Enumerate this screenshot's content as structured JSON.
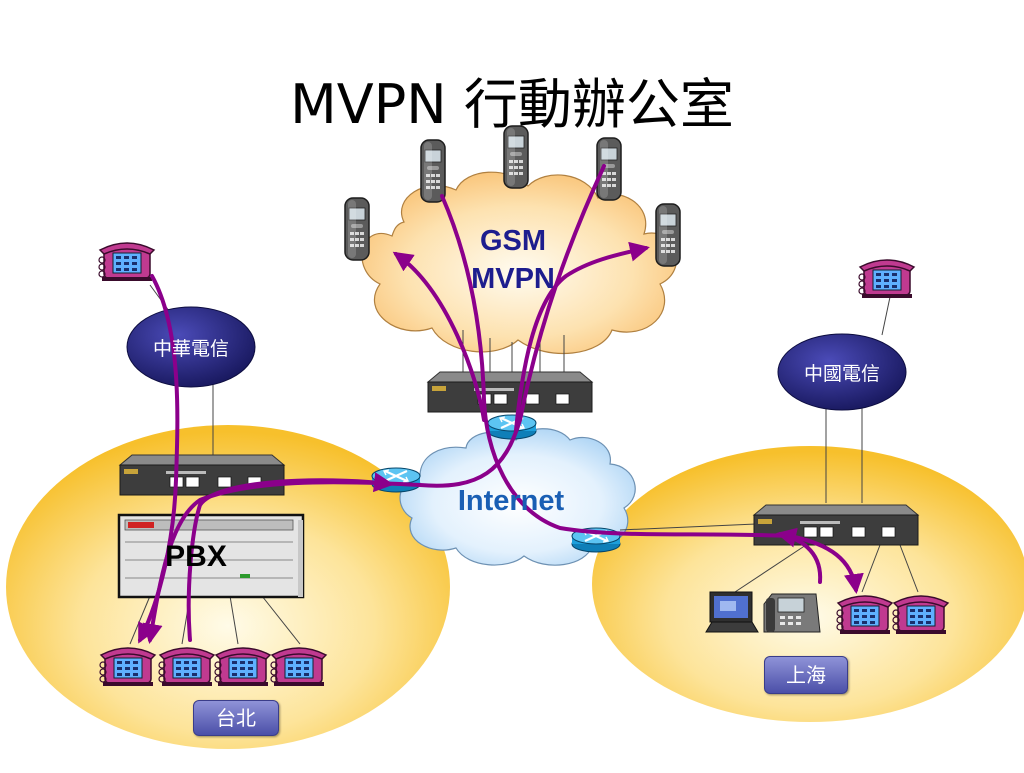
{
  "title": "MVPN 行動辦公室",
  "clouds": {
    "gsm_line1": "GSM",
    "gsm_line2": "MVPN",
    "internet": "Internet"
  },
  "carriers": {
    "left": "中華電信",
    "right": "中國電信"
  },
  "pbx_label": "PBX",
  "locations": {
    "taipei": "台北",
    "shanghai": "上海"
  },
  "colors": {
    "link_purple": "#8b008b",
    "zone_yellow": "#f9cb3a",
    "gsm_cloud": "#fcd28a",
    "internet_cloud": "#cfe6fb",
    "carrier_blue": "#232380"
  }
}
